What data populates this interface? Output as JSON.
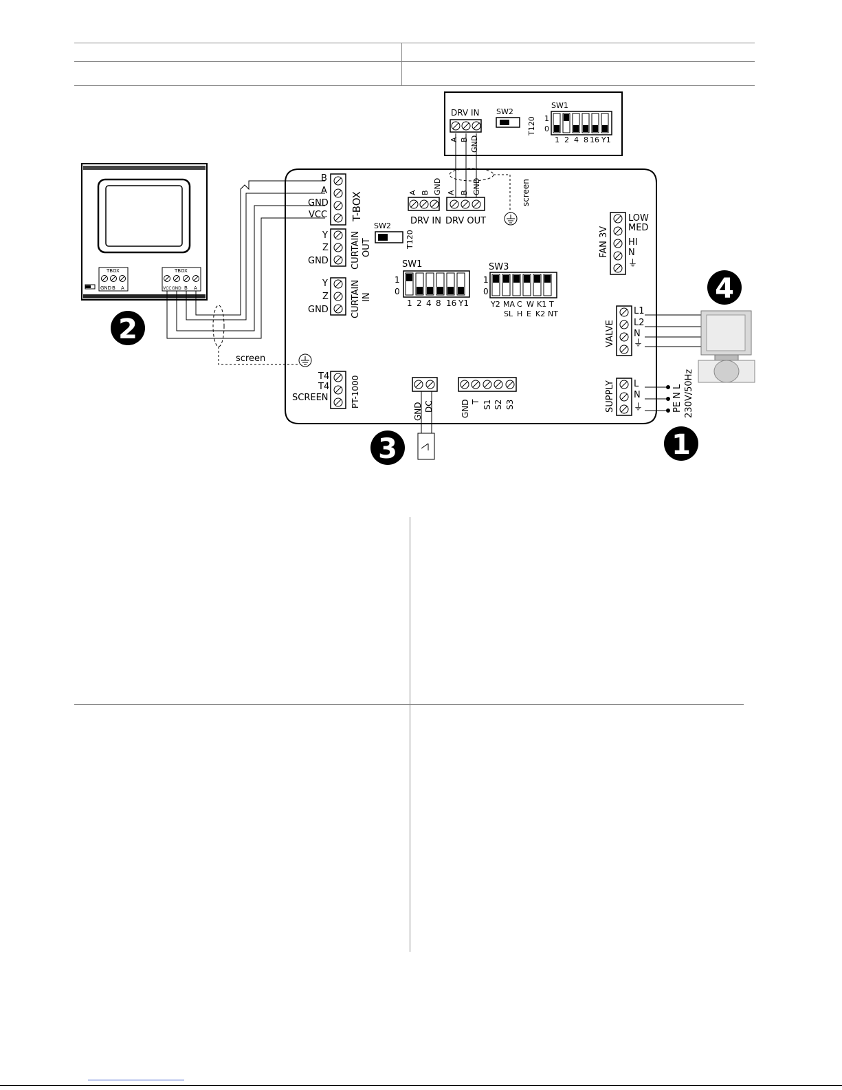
{
  "devices": {
    "thermostat": {
      "tbox_left": {
        "header": "TBOX",
        "pins": [
          "GND",
          "B",
          "A"
        ]
      },
      "tbox_right": {
        "header": "TBOX",
        "pins": [
          "VCC",
          "GND",
          "B",
          "A"
        ]
      },
      "screen_label": "screen"
    },
    "tbox_module": {
      "drv_in_label": "DRV IN",
      "drv_in_pins": [
        "A",
        "B",
        "GND"
      ],
      "sw2_label": "SW2",
      "sw2_side": "T120",
      "sw1_label": "SW1",
      "sw1_levels": [
        "1",
        "0"
      ],
      "sw1_positions": [
        "1",
        "2",
        "4",
        "8",
        "16",
        "Y1"
      ]
    },
    "controller": {
      "tbox_wires": [
        "B",
        "A",
        "GND",
        "VCC"
      ],
      "tbox_label": "T-BOX",
      "curtain_out_wires": [
        "Y",
        "Z",
        "GND"
      ],
      "curtain_out_label": [
        "CURTAIN",
        "OUT"
      ],
      "curtain_in_wires": [
        "Y",
        "Z",
        "GND"
      ],
      "curtain_in_label": [
        "CURTAIN",
        "IN"
      ],
      "t4_wires": [
        "T4",
        "T4",
        "SCREEN"
      ],
      "t4_label": "PT-1000",
      "drv_pins_in": [
        "A",
        "B",
        "GND"
      ],
      "drv_pins_out": [
        "A",
        "B",
        "GND"
      ],
      "drv_in_label": "DRV IN",
      "drv_out_label": "DRV OUT",
      "screen_label": "screen",
      "sw2_label": "SW2",
      "sw2_side": "T120",
      "sw1_label": "SW1",
      "sw1_levels": [
        "1",
        "0"
      ],
      "sw1_positions": [
        "1",
        "2",
        "4",
        "8",
        "16",
        "Y1"
      ],
      "sw3_label": "SW3",
      "sw3_levels": [
        "1",
        "0"
      ],
      "sw3_top": [
        "Y2",
        "MA",
        "C",
        "W",
        "K1",
        "T"
      ],
      "sw3_bottom": [
        "SL",
        "H",
        "E",
        "K2",
        "NT"
      ],
      "fan_label": "FAN 3V",
      "fan_wires": [
        "LOW",
        "MED",
        "HI",
        "N",
        "⏚"
      ],
      "valve_label": "VALVE",
      "valve_wires": [
        "L1",
        "L2",
        "N",
        "⏚"
      ],
      "supply_label": "SUPPLY",
      "supply_wires": [
        "L",
        "N",
        "⏚"
      ],
      "supply_lines": [
        "PE N L",
        "230V/50Hz"
      ],
      "dc_pins": [
        "GND",
        "DC"
      ],
      "inputs_pins": [
        "GND",
        "T",
        "S1",
        "S2",
        "S3"
      ]
    },
    "markers": [
      "1",
      "2",
      "3",
      "4"
    ]
  }
}
